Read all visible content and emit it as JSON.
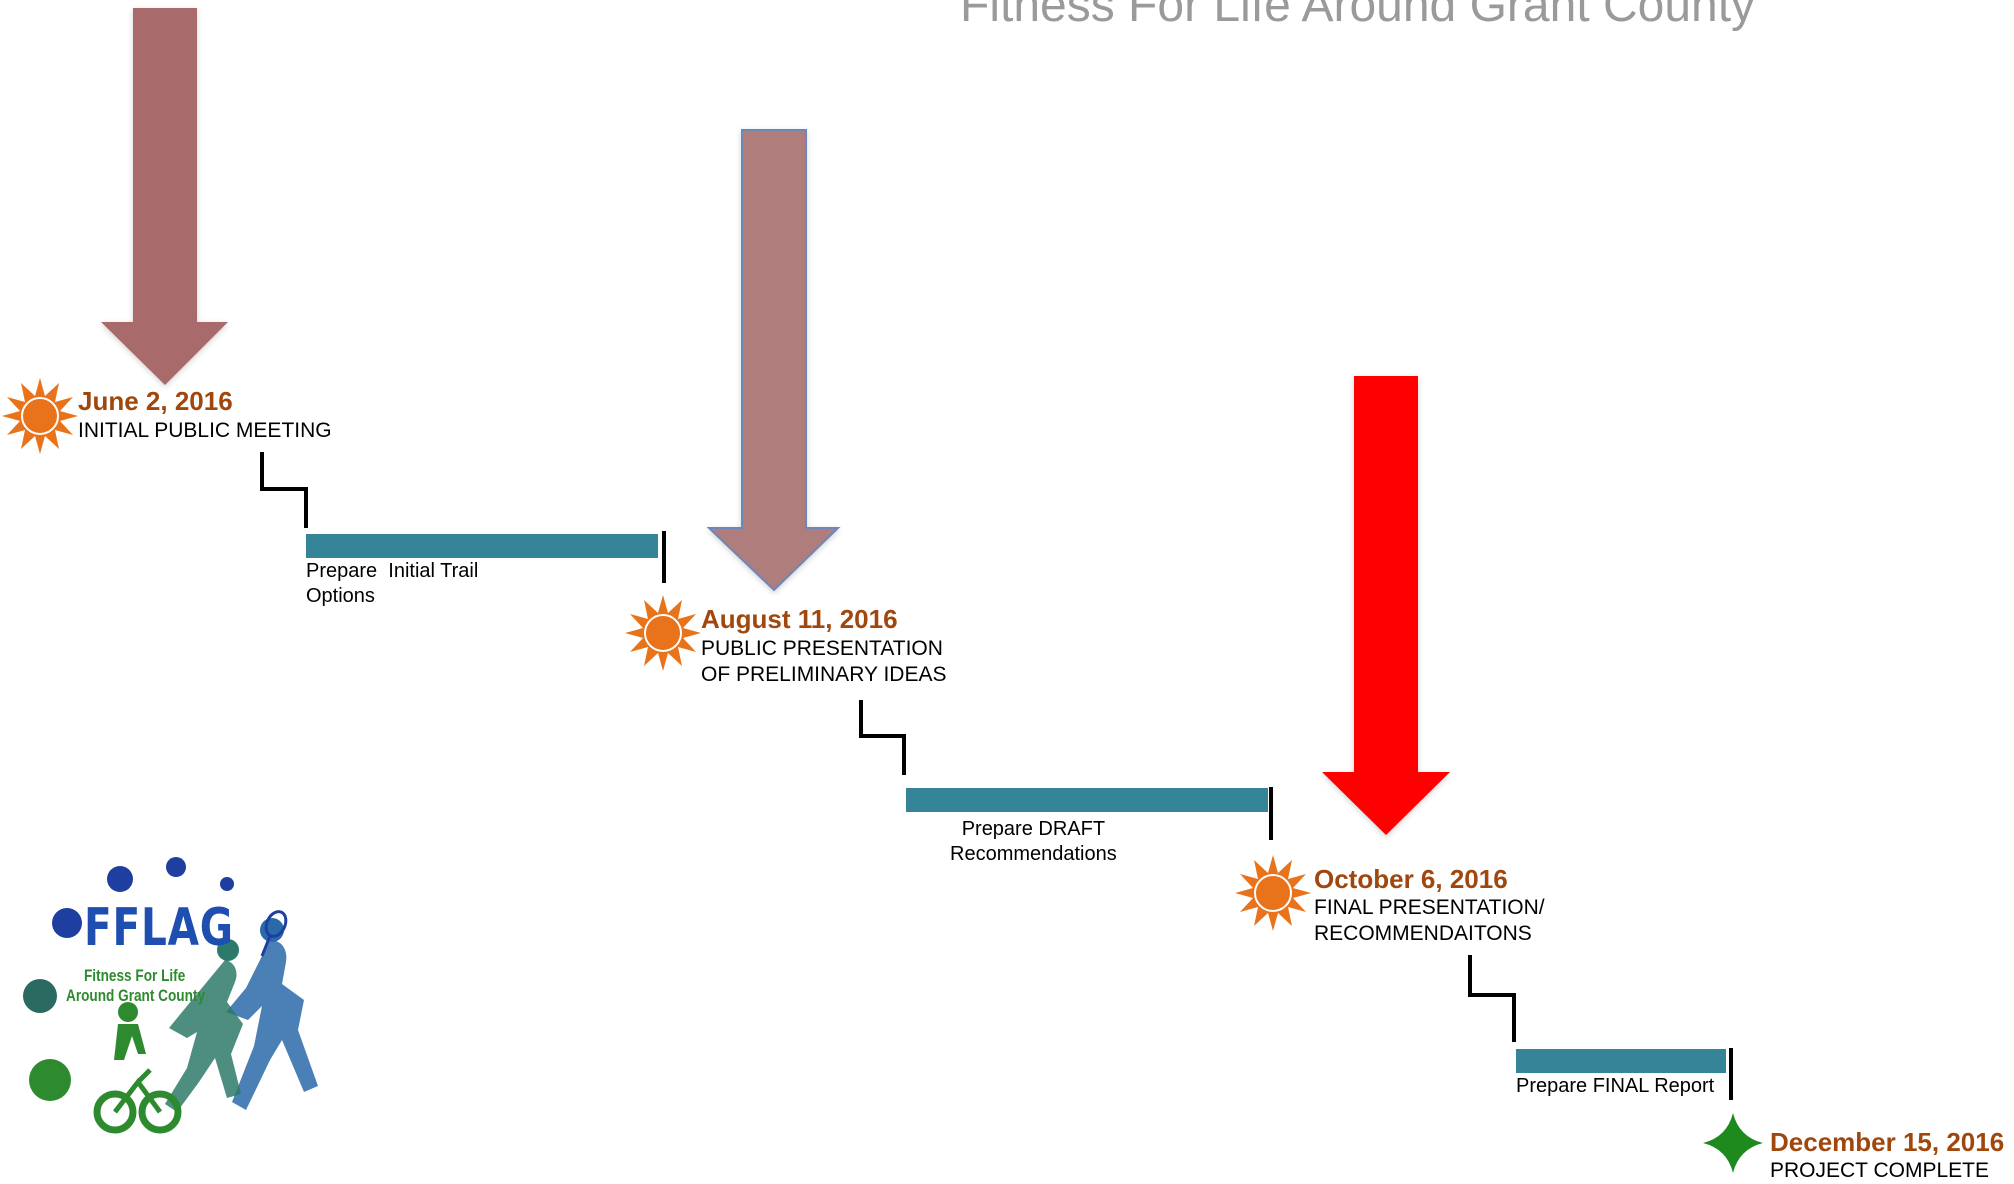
{
  "title": "Fitness For Life Around Grant County",
  "milestones": [
    {
      "date": "June 2, 2016",
      "description": "INITIAL PUBLIC MEETING"
    },
    {
      "date": "August 11, 2016",
      "description": "PUBLIC PRESENTATION\nOF PRELIMINARY IDEAS"
    },
    {
      "date": "October 6, 2016",
      "description": "FINAL PRESENTATION/\nRECOMMENDAITONS"
    },
    {
      "date": "December 15, 2016",
      "description": "PROJECT COMPLETE"
    }
  ],
  "tasks": [
    {
      "label": "Prepare  Initial Trail\nOptions"
    },
    {
      "label": "Prepare DRAFT\nRecommendations"
    },
    {
      "label": "Prepare FINAL Report"
    }
  ],
  "logo": {
    "acronym": "FFLAG",
    "tagline_line1": "Fitness For Life",
    "tagline_line2": "Around Grant County"
  },
  "colors": {
    "title": "#9a9a9a",
    "date": "#a0470e",
    "task_bar": "#358498",
    "arrow_muted": "#a86a6a",
    "arrow_muted_light": "#b07d7d",
    "arrow_red": "#ff0000",
    "sun": "#e8731a",
    "complete_star": "#1e8a1e",
    "logo_blue": "#1e3fa0",
    "logo_green": "#2e8a2e"
  },
  "icons": {
    "milestone": "sun-icon",
    "complete": "four-point-star-icon",
    "arrow": "down-arrow"
  }
}
